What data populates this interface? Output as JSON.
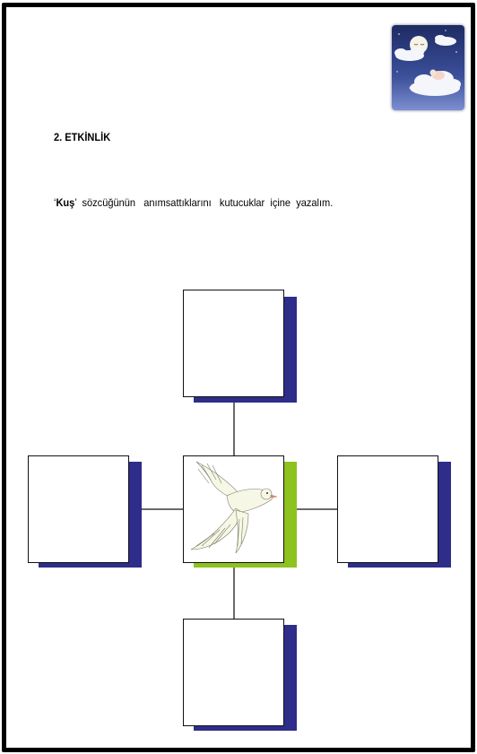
{
  "page": {
    "heading": "2. ETKİNLİK",
    "instruction": {
      "open_quote": "‘",
      "keyword": "Kuş",
      "close_quote": "’",
      "rest": "  sözcüğünün   anımsattıklarını   kutucuklar  içine  yazalım."
    }
  },
  "colors": {
    "box_shadow": "#2e2d8a",
    "center_shadow": "#8dc21f",
    "connector": "#6a6a6a",
    "frame": "#000000"
  },
  "diagram": {
    "center_image": "dove-bird-illustration",
    "boxes": [
      "top-box",
      "left-box",
      "right-box",
      "bottom-box"
    ],
    "corner_image": "sleeping-moon-on-clouds-night-illustration"
  }
}
